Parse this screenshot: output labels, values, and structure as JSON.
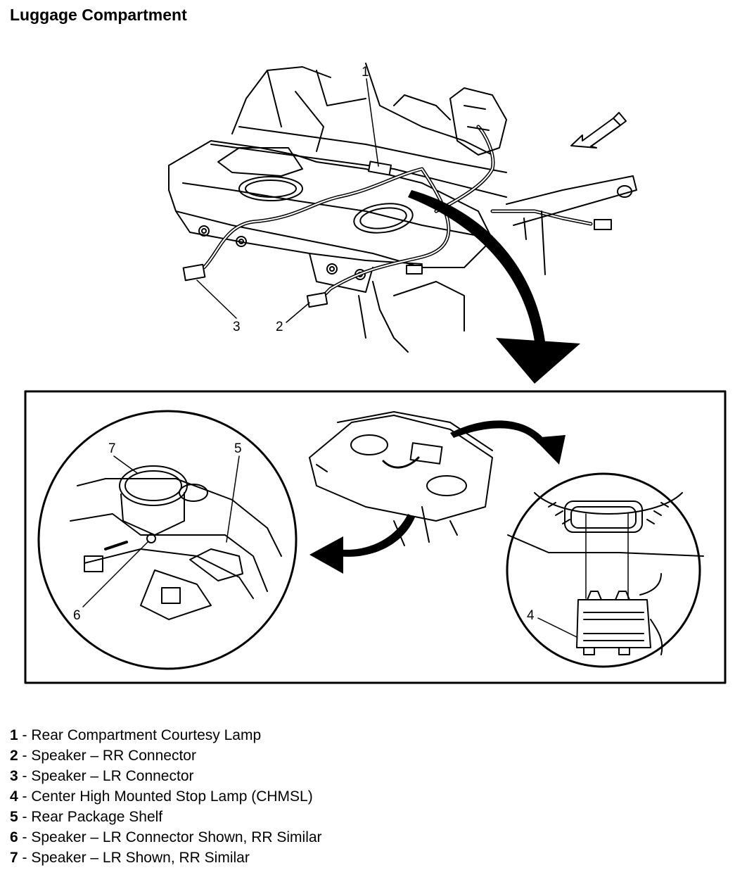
{
  "title": "Luggage Compartment",
  "callouts": {
    "c1": "1",
    "c2": "2",
    "c3": "3",
    "c4": "4",
    "c5": "5",
    "c6": "6",
    "c7": "7"
  },
  "legend": [
    {
      "num": "1",
      "sep": " - ",
      "text": "Rear Compartment Courtesy Lamp"
    },
    {
      "num": "2",
      "sep": " - ",
      "text": "Speaker – RR Connector"
    },
    {
      "num": "3",
      "sep": " - ",
      "text": "Speaker – LR Connector"
    },
    {
      "num": "4",
      "sep": " - ",
      "text": "Center High Mounted Stop Lamp (CHMSL)"
    },
    {
      "num": "5",
      "sep": " - ",
      "text": "Rear Package Shelf"
    },
    {
      "num": "6",
      "sep": " - ",
      "text": "Speaker – LR Connector Shown, RR Similar"
    },
    {
      "num": "7",
      "sep": " - ",
      "text": "Speaker – LR Shown, RR Similar"
    }
  ]
}
